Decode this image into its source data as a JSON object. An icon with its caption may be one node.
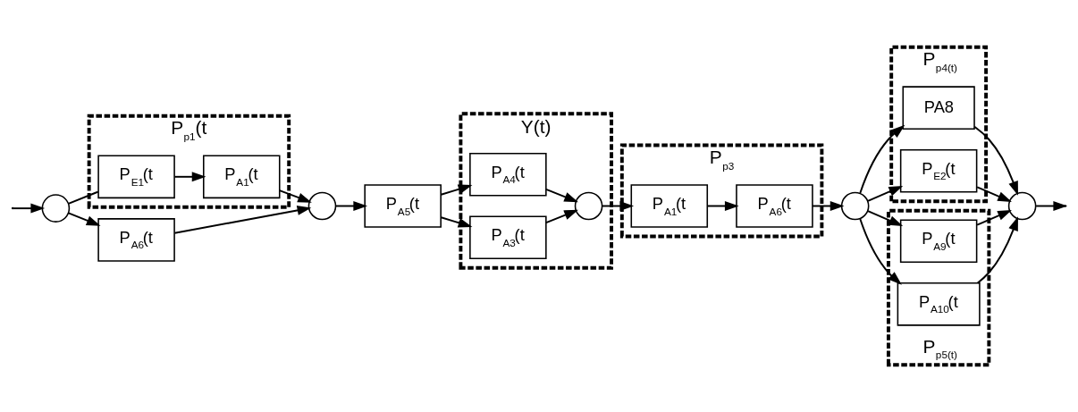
{
  "diagram": {
    "nodes": [
      {
        "text": [
          "P$_{p1}$(t"
        ]
      },
      {
        "text": [
          "P$_{E1}$(t"
        ],
        "in": 0
      },
      {
        "text": [
          "P$_{A1}$(t"
        ],
        "in": 0
      },
      {
        "text": [],
        "shape": "circle"
      },
      {
        "text": [
          "P$_{A6}$(t"
        ]
      },
      {
        "text": [],
        "shape": "circle"
      },
      {
        "text": [
          "P$_{A5}$(t"
        ]
      },
      {
        "text": [
          "Y(t)"
        ]
      },
      {
        "text": [
          "P$_{A4}$(t"
        ],
        "in": 7
      },
      {
        "text": [
          "P$_{A3}$(t"
        ],
        "in": 7
      },
      {
        "text": [],
        "shape": "circle",
        "in": 7
      },
      {
        "text": [
          "P$_{p3}$"
        ]
      },
      {
        "text": [
          "P$_{A1}$(t"
        ],
        "in": 11
      },
      {
        "text": [
          "P$_{A6}$(t"
        ],
        "in": 11
      },
      {
        "text": [],
        "shape": "circle"
      },
      {
        "text": [
          "P$_{p4(t)}$"
        ]
      },
      {
        "text": [
          "PA8"
        ],
        "in": 15
      },
      {
        "text": [
          "P$_{E2}$(t"
        ],
        "in": 15
      },
      {
        "text": [
          "P$_{p5(t)}$"
        ]
      },
      {
        "text": [
          "P$_{A9}$(t"
        ],
        "in": 18
      },
      {
        "text": [
          "P$_{A10}$(t"
        ],
        "in": 18
      },
      {
        "text": [],
        "shape": "circle"
      }
    ],
    "edges": [
      {
        "from": null,
        "to": 3,
        "arrow": "to"
      },
      {
        "from": 3,
        "to": 1,
        "arrow": "none"
      },
      {
        "from": 1,
        "to": 2,
        "arrow": "to"
      },
      {
        "from": 2,
        "to": 5,
        "arrow": "to"
      },
      {
        "from": 3,
        "to": 4,
        "arrow": "to"
      },
      {
        "from": 4,
        "to": 5,
        "arrow": "to"
      },
      {
        "from": 5,
        "to": 6,
        "arrow": "to"
      },
      {
        "from": 6,
        "to": 9,
        "arrow": "to"
      },
      {
        "from": 6,
        "to": 8,
        "arrow": "to"
      },
      {
        "from": 8,
        "to": 10,
        "arrow": "to"
      },
      {
        "from": 9,
        "to": 10,
        "arrow": "to"
      },
      {
        "from": 10,
        "to": 12,
        "arrow": "to"
      },
      {
        "from": 12,
        "to": 13,
        "arrow": "to"
      },
      {
        "from": 13,
        "to": 14,
        "arrow": "to"
      },
      {
        "from": 14,
        "to": 16,
        "arrow": "to"
      },
      {
        "from": 14,
        "to": 17,
        "arrow": "to"
      },
      {
        "from": 14,
        "to": 19,
        "arrow": "to"
      },
      {
        "from": 14,
        "to": 20,
        "arrow": "to"
      },
      {
        "from": 16,
        "to": 21,
        "arrow": "to"
      },
      {
        "from": 17,
        "to": 21,
        "arrow": "to"
      },
      {
        "from": 19,
        "to": 21,
        "arrow": "to"
      },
      {
        "from": 20,
        "to": 21,
        "arrow": "to"
      },
      {
        "from": 21,
        "to": null,
        "arrow": "to"
      }
    ]
  }
}
